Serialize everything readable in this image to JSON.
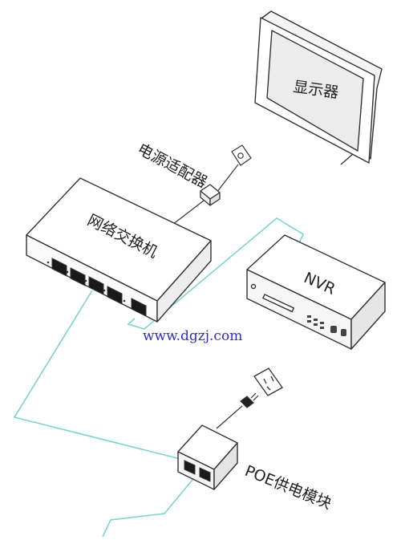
{
  "labels": {
    "monitor": "显示器",
    "power_adapter": "电源适配器",
    "network_switch": "网络交换机",
    "nvr": "NVR",
    "poe_module": "POE供电模块"
  },
  "watermark": "www.dgzj.com",
  "colors": {
    "cable": "#7dd4cf",
    "outline": "#333333",
    "watermark": "#2d2fc4",
    "port_fill": "#1a1a1a",
    "screen_fill": "#ececec"
  }
}
